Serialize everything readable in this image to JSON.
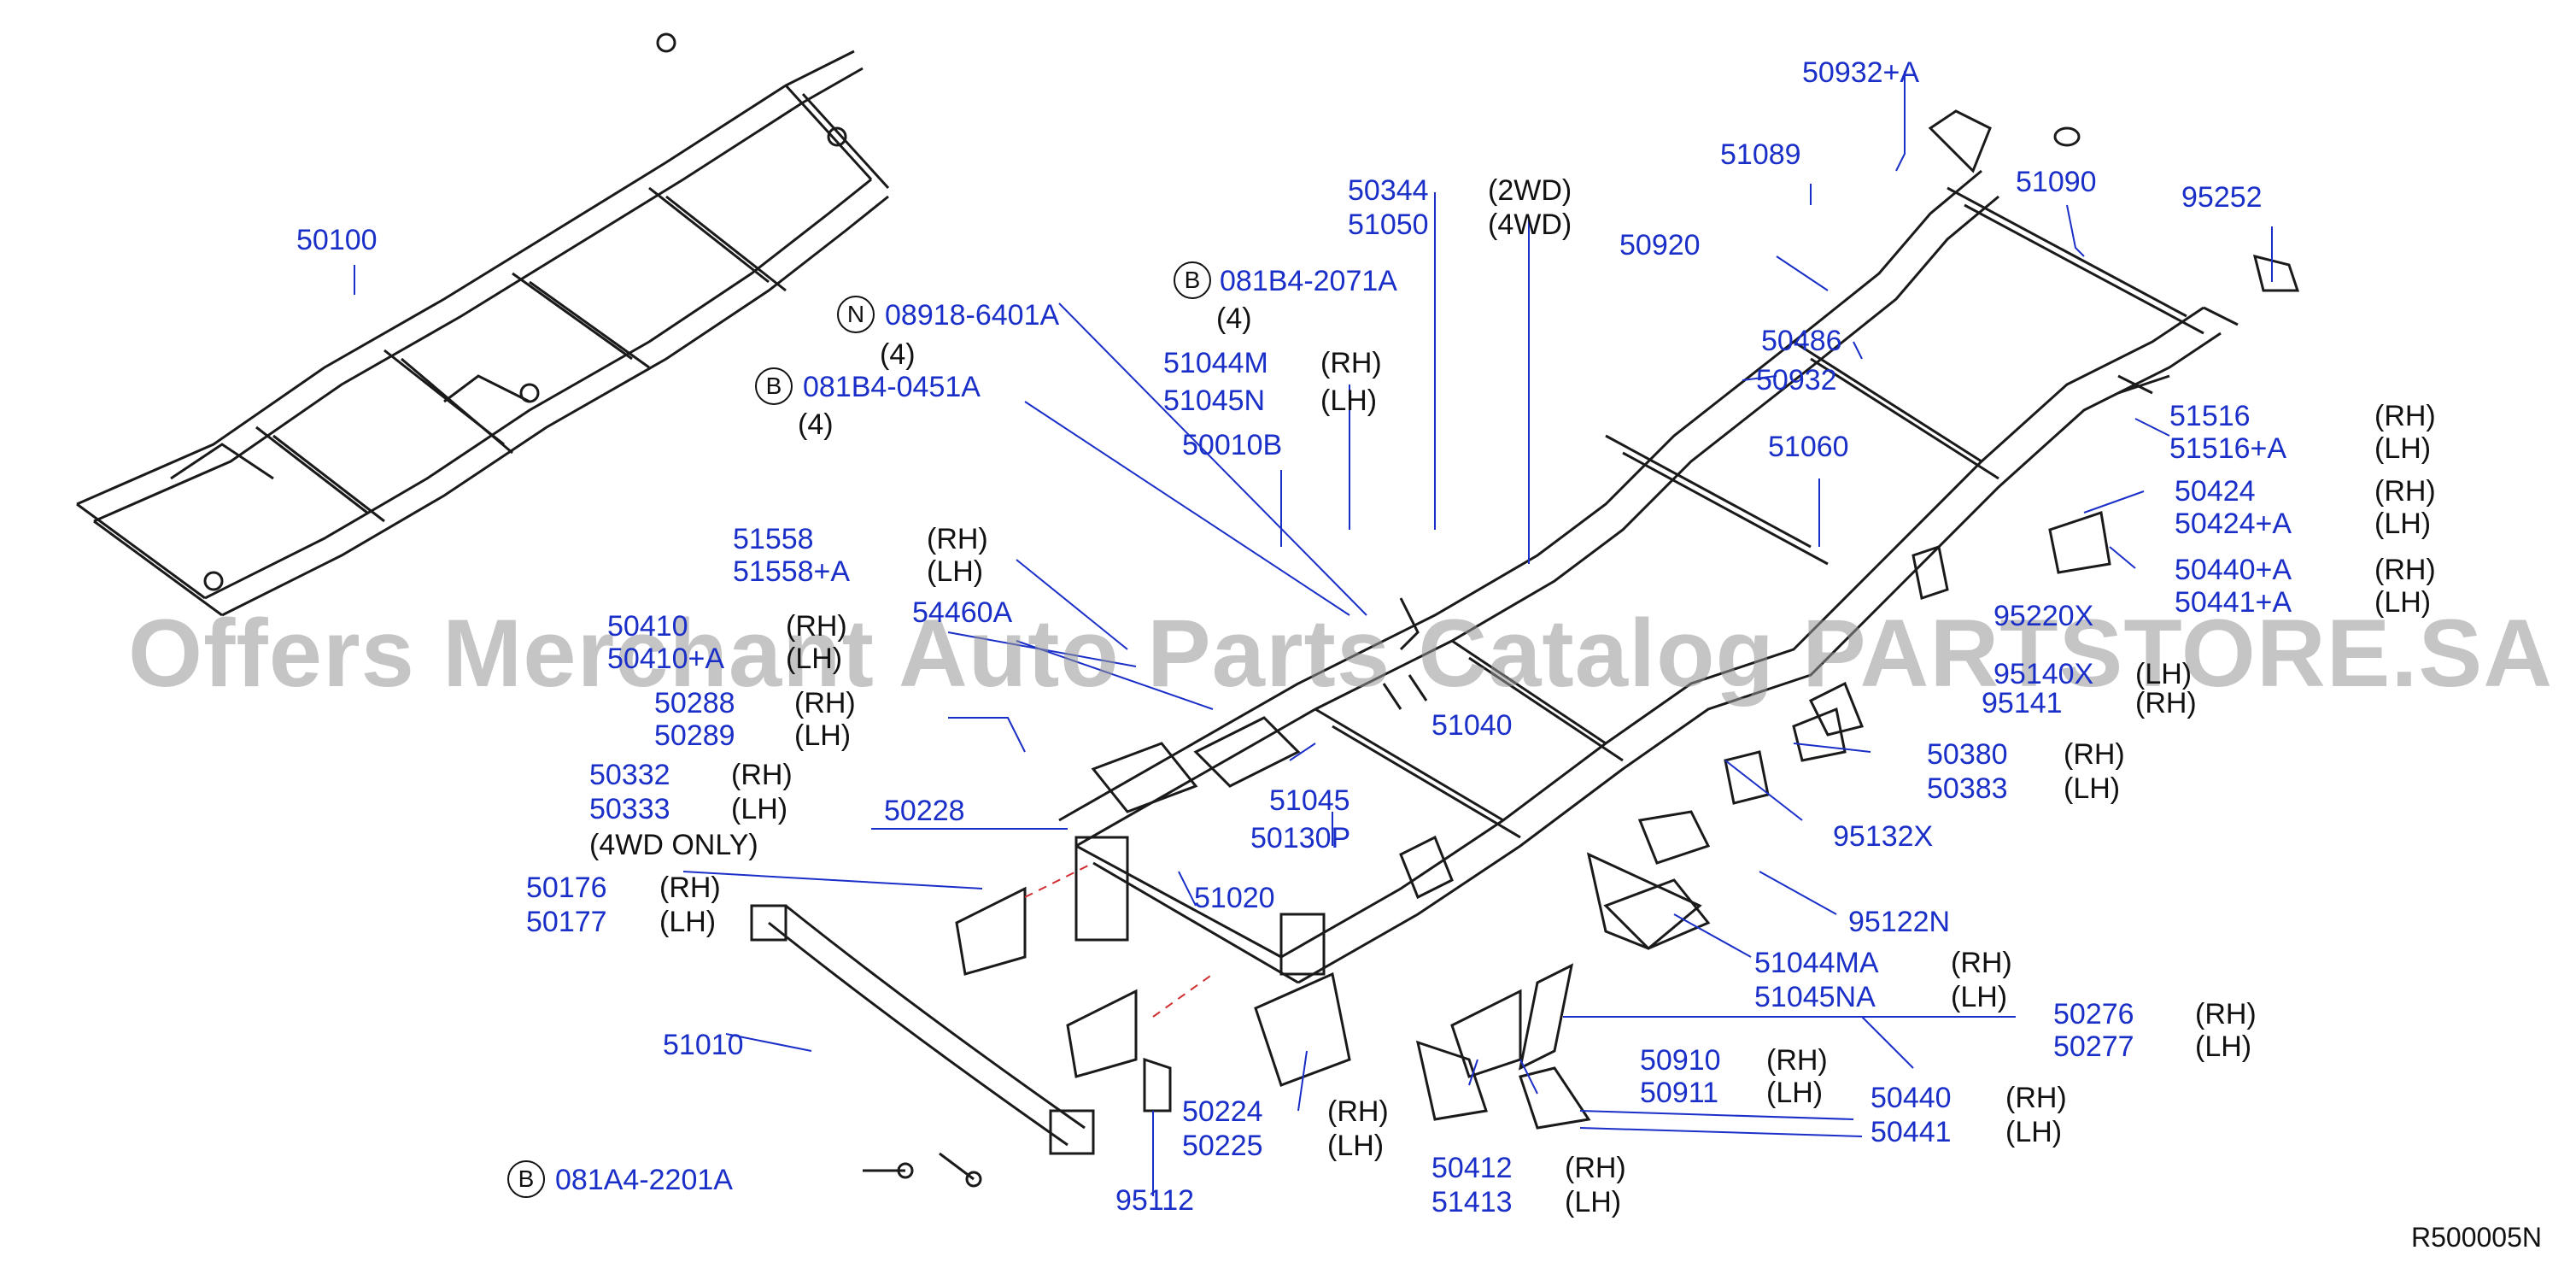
{
  "diagram": {
    "watermark": "Offers Merchant Auto Parts Catalog PARTSTORE.SA",
    "reference": "R500005N",
    "part_labels": [
      "50100",
      "50932+A",
      "51089",
      "51090",
      "95252",
      "50344",
      "51050",
      "50920",
      "51044M",
      "51045N",
      "50010B",
      "50486",
      "50932",
      "51060",
      "51516",
      "51516+A",
      "50424",
      "50424+A",
      "51558",
      "51558+A",
      "54460A",
      "50440+A",
      "50441+A",
      "50410",
      "50410+A",
      "95220X",
      "95140X",
      "95141",
      "50288",
      "50289",
      "51040",
      "50380",
      "50383",
      "50332",
      "50333",
      "51045",
      "95132X",
      "50228",
      "50130P",
      "50176",
      "50177",
      "51020",
      "95122N",
      "51044MA",
      "51045NA",
      "50276",
      "50277",
      "51010",
      "50910",
      "50911",
      "50440",
      "50441",
      "50224",
      "50225",
      "50412",
      "51413",
      "95112"
    ],
    "fastener_labels": [
      "08918-6401A",
      "081B4-0451A",
      "081B4-2071A",
      "081A4-2201A"
    ],
    "qualifiers": {
      "rh": "(RH)",
      "lh": "(LH)",
      "wd2": "(2WD)",
      "wd4": "(4WD)",
      "qty4": "(4)",
      "wd4only": "(4WD   ONLY)"
    },
    "circle_letters": {
      "n": "N",
      "b": "B"
    }
  }
}
